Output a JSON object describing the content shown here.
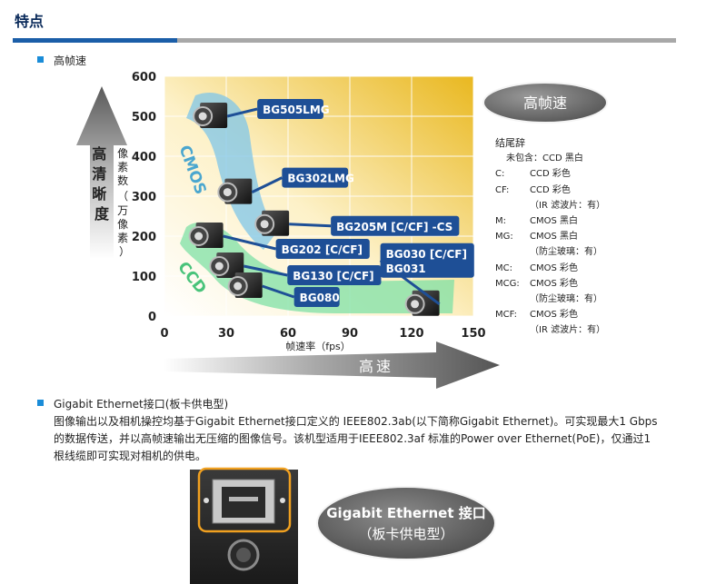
{
  "section": {
    "title": "特点"
  },
  "feature1": {
    "label": "高帧速"
  },
  "chart_data": {
    "type": "scatter",
    "xlabel": "帧速率（fps）",
    "ylabel": "像素数（万像素）",
    "xlim": [
      0,
      150
    ],
    "ylim": [
      0,
      600
    ],
    "x_ticks": [
      "0",
      "30",
      "60",
      "90",
      "120",
      "150"
    ],
    "y_ticks": [
      "0",
      "100",
      "200",
      "300",
      "400",
      "500",
      "600"
    ],
    "left_arrow_label": "高清晰度",
    "bottom_arrow_label": "高速",
    "bubble_label": "高帧速",
    "bands": [
      "CMOS",
      "CCD"
    ],
    "points": [
      {
        "name": "BG505LMG",
        "x": 23,
        "y": 500
      },
      {
        "name": "BG302LMG",
        "x": 35,
        "y": 310
      },
      {
        "name": "BG205M [C/CF] -CS",
        "x": 53,
        "y": 230
      },
      {
        "name": "BG202 [C/CF]",
        "x": 21,
        "y": 200
      },
      {
        "name": "BG130 [C/CF]",
        "x": 31,
        "y": 125
      },
      {
        "name": "BG080",
        "x": 40,
        "y": 75
      },
      {
        "name": "BG030 [C/CF]\nBG031",
        "x": 126,
        "y": 30
      }
    ]
  },
  "legend": {
    "title": "结尾辞",
    "rows": [
      {
        "key": "",
        "text": "未包含：CCD 黑白"
      },
      {
        "key": "C:",
        "text": "CCD 彩色"
      },
      {
        "key": "CF:",
        "text": "CCD 彩色"
      },
      {
        "key": "",
        "text": "（IR 滤波片：有）"
      },
      {
        "key": "M:",
        "text": "CMOS 黑白"
      },
      {
        "key": "MG:",
        "text": "CMOS 黑白"
      },
      {
        "key": "",
        "text": "（防尘玻璃：有）"
      },
      {
        "key": "MC:",
        "text": "CMOS 彩色"
      },
      {
        "key": "MCG:",
        "text": "CMOS 彩色"
      },
      {
        "key": "",
        "text": "（防尘玻璃：有）"
      },
      {
        "key": "MCF:",
        "text": "CMOS 彩色"
      },
      {
        "key": "",
        "text": "（IR 滤波片：有）"
      }
    ]
  },
  "feature2": {
    "label": "Gigabit Ethernet接口(板卡供电型)",
    "description": "图像输出以及相机操控均基于Gigabit Ethernet接口定义的 IEEE802.3ab(以下简称Gigabit Ethernet)。可实现最大1 Gbps的数据传送，并以高帧速输出无压缩的图像信号。该机型适用于IEEE802.3af 标准的Power over Ethernet(PoE)，仅通过1根线缆即可实现对相机的供电。"
  },
  "port_callout": {
    "line1": "Gigabit Ethernet 接口",
    "line2": "（板卡供电型）"
  },
  "colors": {
    "title": "#0a2a5a",
    "accent_blue": "#1b5ea8",
    "label_box": "#1e4f96",
    "bullet": "#1a8cd8"
  }
}
